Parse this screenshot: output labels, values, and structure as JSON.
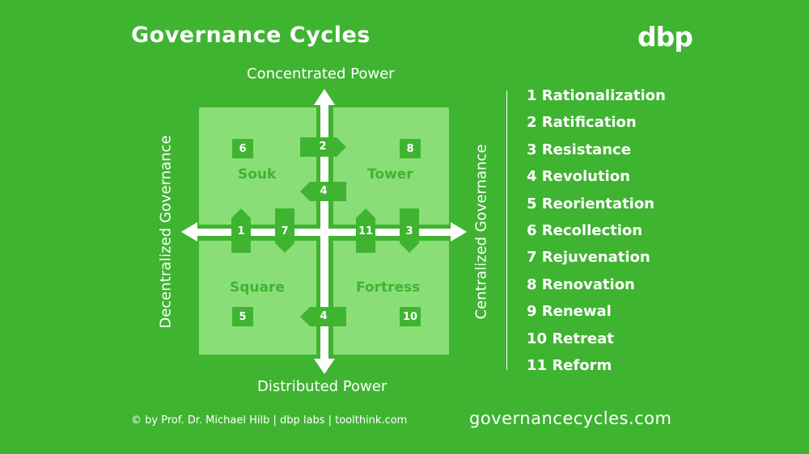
{
  "title": "Governance Cycles",
  "logo": "dbp",
  "axes": {
    "top": "Concentrated Power",
    "bottom": "Distributed Power",
    "left": "Decentralized Governance",
    "right": "Centralized Governance"
  },
  "quadrants": {
    "top_left": {
      "name": "Souk",
      "number": "6"
    },
    "top_right": {
      "name": "Tower",
      "number": "8"
    },
    "bottom_left": {
      "name": "Square",
      "number": "5"
    },
    "bottom_right": {
      "name": "Fortress",
      "number": "10"
    }
  },
  "transitions": {
    "t2": "2",
    "t4_top": "4",
    "t1": "1",
    "t7": "7",
    "t11": "11",
    "t3": "3",
    "t4_bottom": "4"
  },
  "legend": [
    "1 Rationalization",
    "2 Ratification",
    "3 Resistance",
    "4 Revolution",
    "5 Reorientation",
    "6 Recollection",
    "7 Rejuvenation",
    "8 Renovation",
    "9 Renewal",
    "10 Retreat",
    "11 Reform"
  ],
  "footer": {
    "credit": "© by Prof. Dr. Michael Hilb | dbp labs | toolthink.com",
    "website": "governancecycles.com"
  },
  "colors": {
    "background": "#3fb431",
    "quadrant": "#8ade78",
    "foreground": "#ffffff"
  }
}
